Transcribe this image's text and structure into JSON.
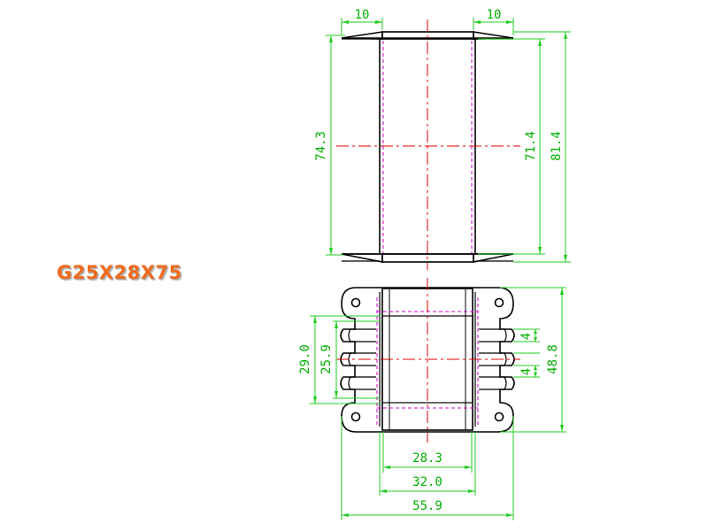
{
  "title": "G25X28X75",
  "colors": {
    "title": "#f26b1d",
    "outline": "#000000",
    "centerline": "#e00000",
    "hidden": "#d000d0",
    "dimension": "#22cc22",
    "dimension_text": "#00b000"
  },
  "top_view": {
    "dim_top_left": "10",
    "dim_top_right": "10",
    "dim_height_left": "74.3",
    "dim_inner_right": "71.4",
    "dim_outer_right": "81.4"
  },
  "bottom_view": {
    "dim_left_outer": "29.0",
    "dim_left_inner": "25.9",
    "dim_pin_upper": "4",
    "dim_pin_lower": "4",
    "dim_height_right": "48.8",
    "dim_width_inner": "28.3",
    "dim_width_mid": "32.0",
    "dim_width_outer": "55.9"
  }
}
